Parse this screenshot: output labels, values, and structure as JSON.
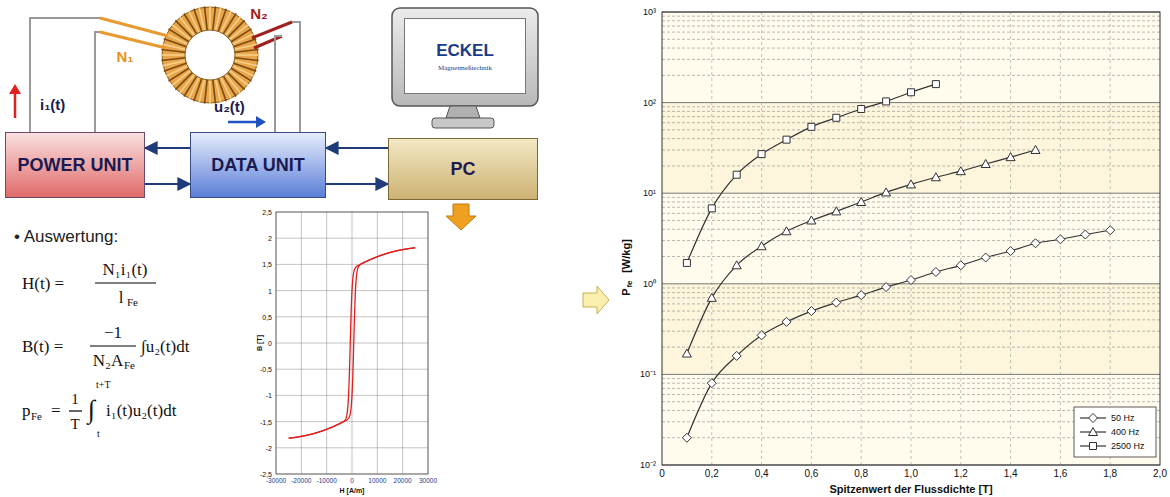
{
  "diagram": {
    "nodes": [
      {
        "text": [
          "ECKEL",
          "Magnetmeßtechnik"
        ]
      },
      {
        "text": [
          "POWER UNIT"
        ]
      },
      {
        "text": [
          "DATA UNIT"
        ]
      },
      {
        "text": [
          "PC"
        ]
      }
    ],
    "edges": [
      {
        "from": 2,
        "to": 1,
        "arrow": "to"
      },
      {
        "from": 1,
        "to": 2,
        "arrow": "to"
      },
      {
        "from": 3,
        "to": 2,
        "arrow": "to"
      },
      {
        "from": 2,
        "to": 3,
        "arrow": "to"
      }
    ],
    "labels": [
      "N₁",
      "N₂",
      "i₁(t)",
      "u₂(t)",
      "• Auswertung:",
      "H(t) =",
      "N₁i₁(t)",
      "l",
      "Fe",
      "B(t) =",
      "−1",
      "N₂A",
      "Fe",
      "∫u₂(t)dt",
      "p",
      "Fe",
      "=",
      "1",
      "T",
      "t+T",
      "∫",
      "t",
      "i₁(t)u₂(t)dt",
      "2,5",
      "2",
      "1,5",
      "1",
      "0,5",
      "0",
      "-0,5",
      "-1",
      "-1,5",
      "-2",
      "-2,5",
      "-30000",
      "-20000",
      "-10000",
      "0",
      "10000",
      "20000",
      "30000",
      "B [T]",
      "H [A/m]",
      "10⁻²",
      "10⁻¹",
      "10⁰",
      "10¹",
      "10²",
      "10³",
      "0",
      "0,2",
      "0,4",
      "0,6",
      "0,8",
      "1,0",
      "1,2",
      "1,4",
      "1,6",
      "1,8",
      "2,0",
      "P",
      "fe",
      "[W/kg]",
      "Spitzenwert der Flussdichte [T]"
    ],
    "legend": [
      {
        "text": "50 Hz"
      },
      {
        "text": "400 Hz"
      },
      {
        "text": "2500 Hz"
      }
    ]
  }
}
